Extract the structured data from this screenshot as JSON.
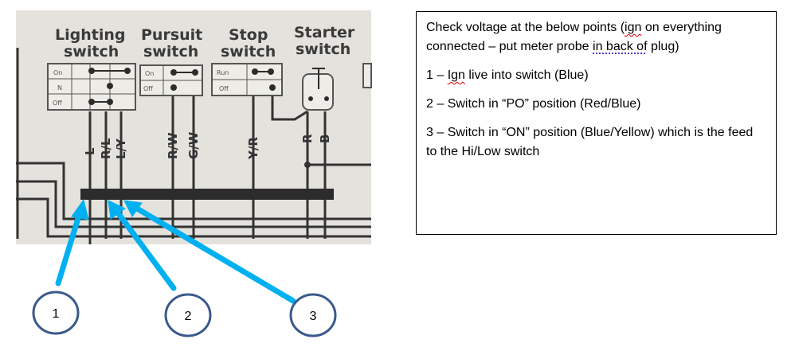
{
  "diagram": {
    "switch_labels": [
      {
        "line1": "Lighting",
        "line2": "switch"
      },
      {
        "line1": "Pursuit",
        "line2": "switch"
      },
      {
        "line1": "Stop",
        "line2": "switch"
      },
      {
        "line1": "Starter",
        "line2": "switch"
      }
    ],
    "lighting_positions": [
      "On",
      "N",
      "Off"
    ],
    "pursuit_positions": [
      "On",
      "Off"
    ],
    "stop_positions": [
      "Run",
      "Off"
    ],
    "wire_labels": [
      "L",
      "R/L",
      "L/Y",
      "R/W",
      "G/W",
      "Y/R",
      "R",
      "B"
    ],
    "callouts": [
      "1",
      "2",
      "3"
    ],
    "arrow_color": "#00b0f0",
    "circle_color": "#3a5a8c"
  },
  "note": {
    "intro_a": "Check voltage at the below points (",
    "intro_ign": "ign",
    "intro_b": " on everything connected – put meter probe ",
    "intro_dotted": "in back of",
    "intro_c": " plug)",
    "item1_a": "1 – ",
    "item1_ign": "Ign",
    "item1_b": " live into switch (Blue)",
    "item2": "2 – Switch in “PO” position (Red/Blue)",
    "item3": "3 – Switch in “ON” position (Blue/Yellow) which is the feed to the Hi/Low switch"
  }
}
